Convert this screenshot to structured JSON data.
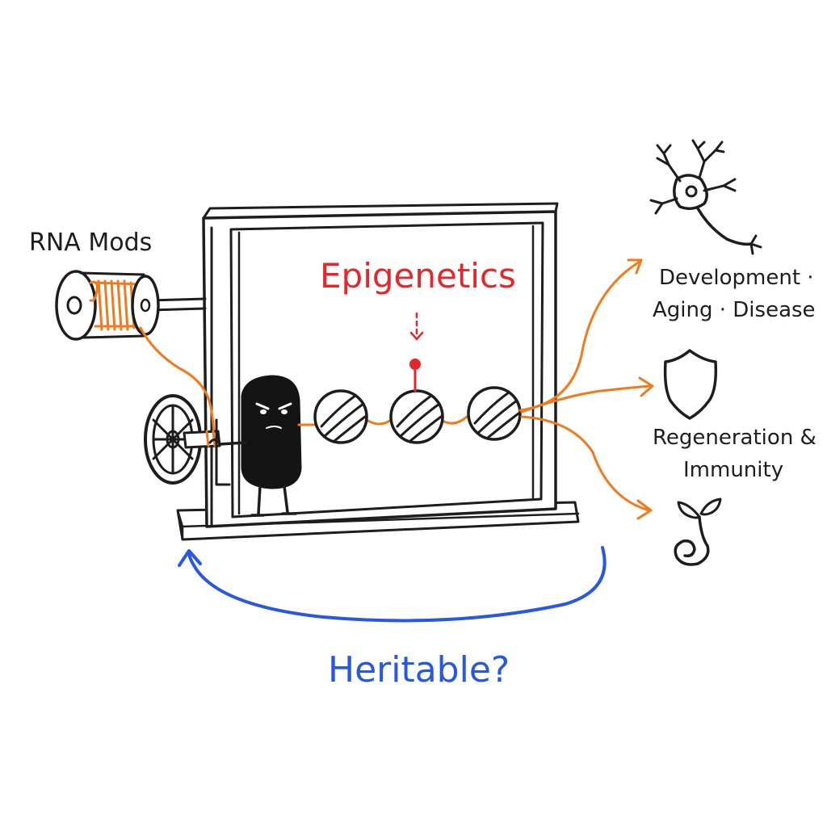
{
  "labels": {
    "rna_mods": "RNA Mods",
    "epigenetics": "Epigenetics",
    "outcome_1_line_1": "Development ·",
    "outcome_1_line_2": "Aging · Disease",
    "outcome_2_line_1": "Regeneration &",
    "outcome_2_line_2": "Immunity",
    "heritable": "Heritable?"
  },
  "colors": {
    "ink": "#1d1d1d",
    "orange": "#f07a1c",
    "red": "#e5262a",
    "blue": "#2858e0",
    "background": "#ffffff"
  },
  "icons": [
    "spool-icon",
    "handwheel-icon",
    "character-icon",
    "nucleosome-icon",
    "neuron-icon",
    "shield-icon",
    "sprout-icon"
  ]
}
